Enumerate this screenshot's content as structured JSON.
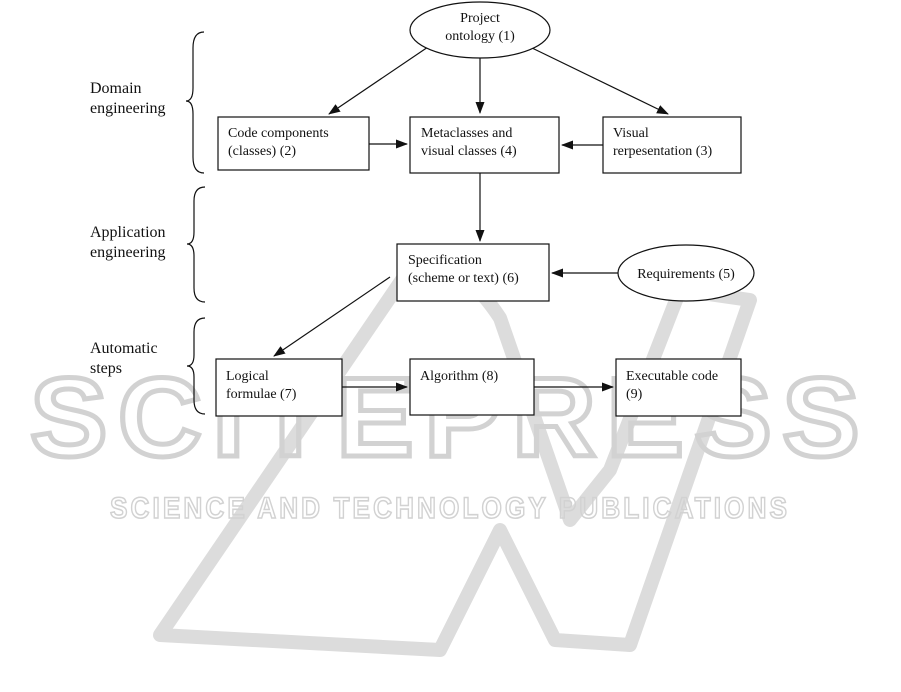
{
  "sections": [
    {
      "id": "domain",
      "lines": [
        "Domain",
        "engineering"
      ]
    },
    {
      "id": "application",
      "lines": [
        "Application",
        "engineering"
      ]
    },
    {
      "id": "automatic",
      "lines": [
        "Automatic",
        "steps"
      ]
    }
  ],
  "nodes": [
    {
      "id": "n1",
      "shape": "ellipse",
      "lines": [
        "Project",
        "ontology (1)"
      ]
    },
    {
      "id": "n2",
      "shape": "box",
      "lines": [
        "Code components",
        "(classes)  (2)"
      ]
    },
    {
      "id": "n3",
      "shape": "box",
      "lines": [
        "Visual",
        "rerpesentation  (3)"
      ]
    },
    {
      "id": "n4",
      "shape": "box",
      "lines": [
        "Metaclasses and",
        "visual classes (4)"
      ]
    },
    {
      "id": "n5",
      "shape": "ellipse",
      "lines": [
        "Requirements (5)"
      ]
    },
    {
      "id": "n6",
      "shape": "box",
      "lines": [
        "Specification",
        "(scheme or text) (6)"
      ]
    },
    {
      "id": "n7",
      "shape": "box",
      "lines": [
        "Logical",
        "formulae (7)"
      ]
    },
    {
      "id": "n8",
      "shape": "box",
      "lines": [
        "Algorithm (8)"
      ]
    },
    {
      "id": "n9",
      "shape": "box",
      "lines": [
        "Executable code",
        "(9)"
      ]
    }
  ],
  "edges": [
    {
      "from": "n1",
      "to": "n2"
    },
    {
      "from": "n1",
      "to": "n4"
    },
    {
      "from": "n1",
      "to": "n3"
    },
    {
      "from": "n2",
      "to": "n4"
    },
    {
      "from": "n3",
      "to": "n4"
    },
    {
      "from": "n4",
      "to": "n6"
    },
    {
      "from": "n5",
      "to": "n6"
    },
    {
      "from": "n6",
      "to": "n7"
    },
    {
      "from": "n7",
      "to": "n8"
    },
    {
      "from": "n8",
      "to": "n9"
    }
  ],
  "watermark": {
    "title": "SCITEPRESS",
    "subtitle": "SCIENCE AND TECHNOLOGY PUBLICATIONS",
    "color": "#d2d2d2"
  }
}
